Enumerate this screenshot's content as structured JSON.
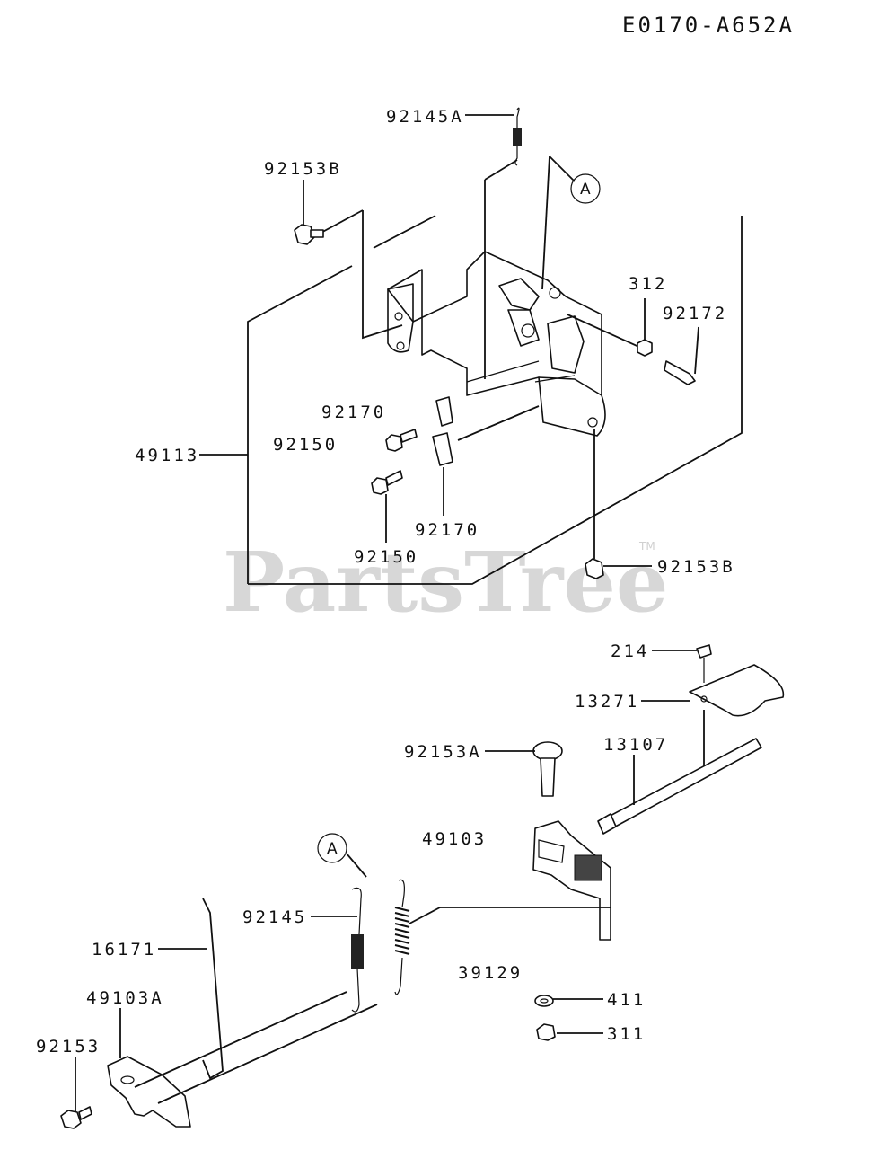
{
  "diagram_id": "E0170-A652A",
  "watermark": {
    "text": "PartsTree",
    "tm": "TM"
  },
  "callout_letter": "A",
  "labels": {
    "l92145A": "92145A",
    "l92153B_top": "92153B",
    "l312": "312",
    "l92172": "92172",
    "l92170_a": "92170",
    "l92150_a": "92150",
    "l49113": "49113",
    "l92170_b": "92170",
    "l92150_b": "92150",
    "l92153B_bot": "92153B",
    "l214": "214",
    "l13271": "13271",
    "l92153A": "92153A",
    "l13107": "13107",
    "l49103": "49103",
    "l92145": "92145",
    "l16171": "16171",
    "l49103A": "49103A",
    "l39129": "39129",
    "l92153": "92153",
    "l411": "411",
    "l311": "311"
  }
}
